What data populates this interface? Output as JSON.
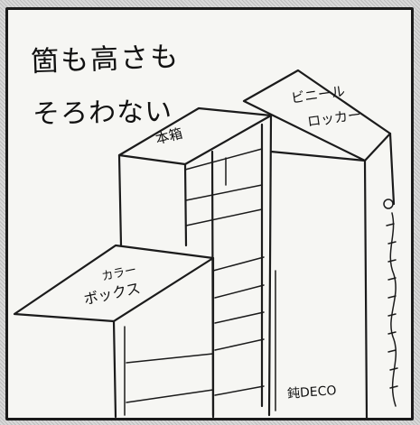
{
  "drawing": {
    "title_line1": "箇も高さも",
    "title_line2": "そろわない",
    "vinyl_locker_line1": "ビニール",
    "vinyl_locker_line2": "ロッカー",
    "bookshelf_label": "本箱",
    "color_box_line1": "カラー",
    "color_box_line2": "ボックス",
    "deco_label": "鈍DECO"
  }
}
